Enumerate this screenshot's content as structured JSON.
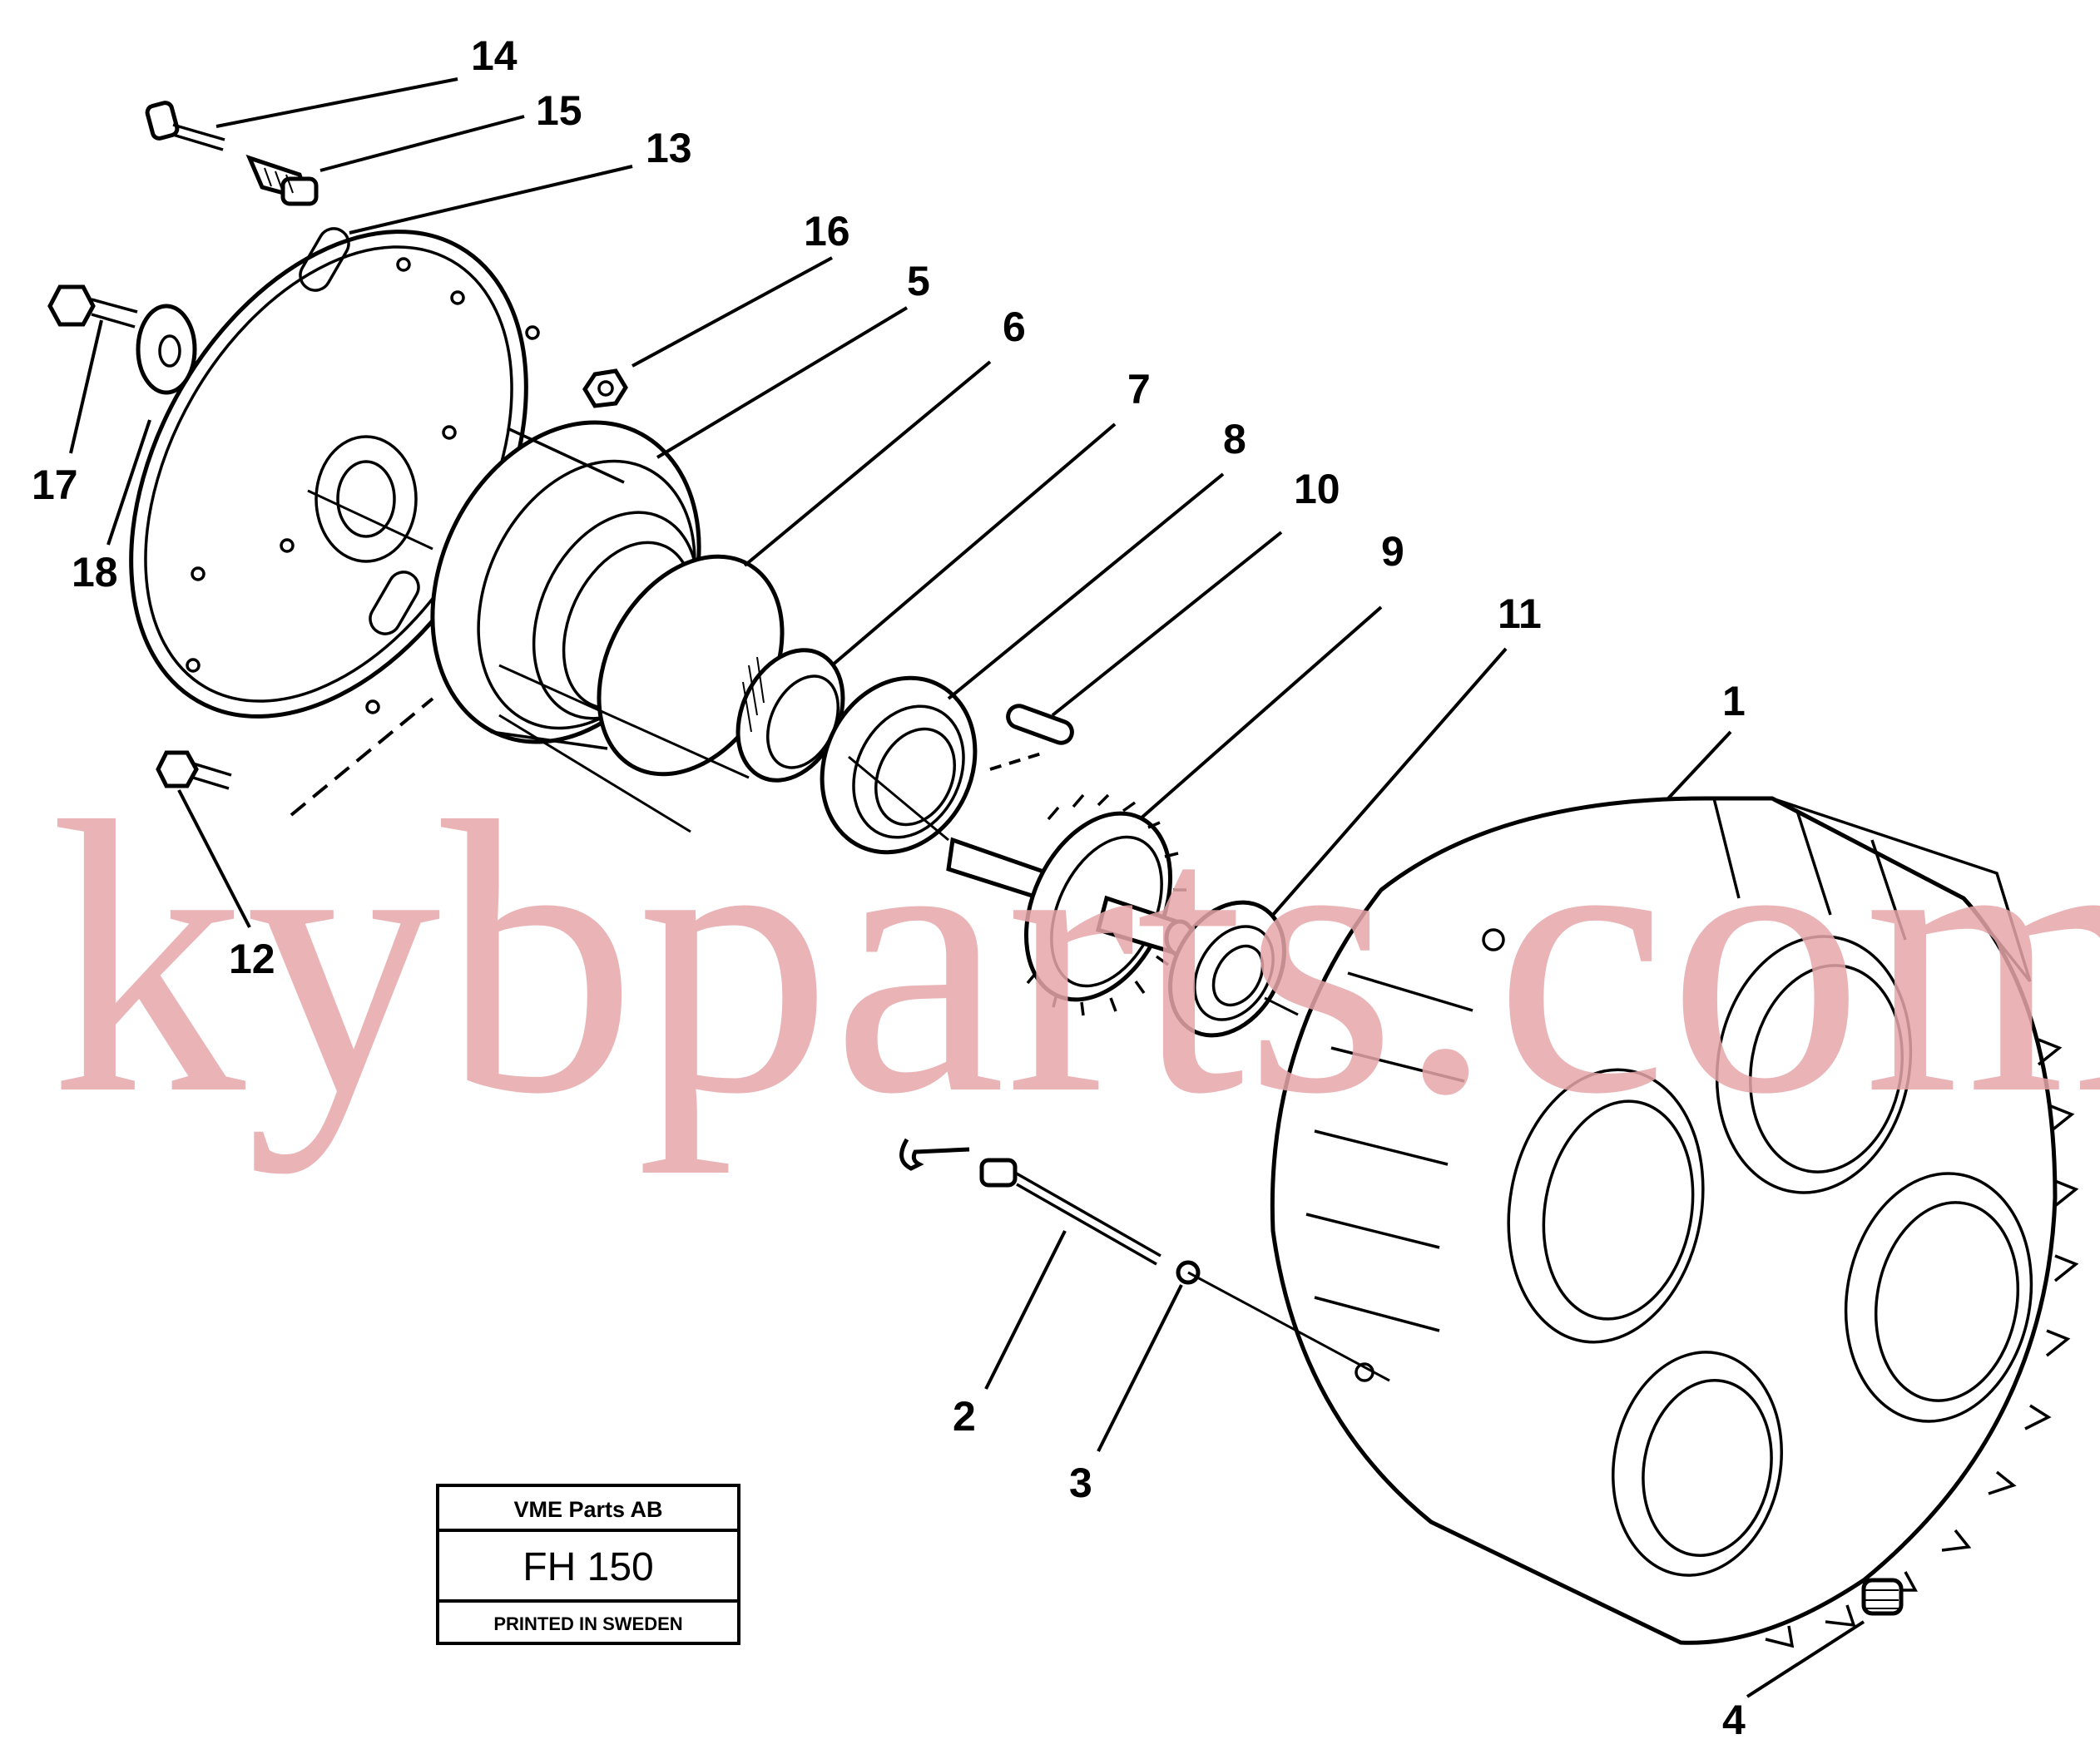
{
  "watermark": "kybparts.com",
  "label_box": {
    "company": "VME Parts AB",
    "code": "FH 150",
    "printed": "PRINTED IN SWEDEN"
  },
  "callouts": [
    "1",
    "2",
    "3",
    "4",
    "5",
    "6",
    "7",
    "8",
    "9",
    "10",
    "11",
    "12",
    "13",
    "14",
    "15",
    "16",
    "17",
    "18"
  ]
}
